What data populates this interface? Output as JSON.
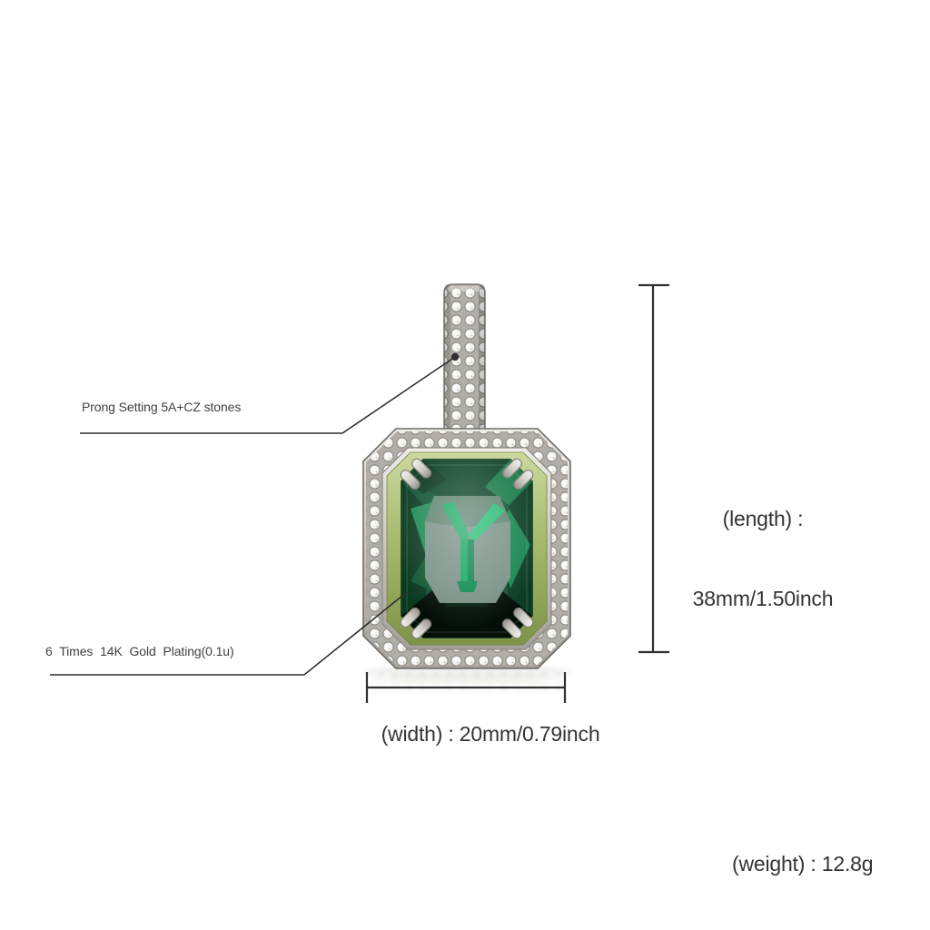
{
  "callouts": {
    "prong_setting": "Prong Setting 5A+CZ stones",
    "gold_plating": "6 Times 14K Gold Plating(0.1u)"
  },
  "dimensions": {
    "length_title": "(length) :",
    "length_value": "38mm/1.50inch",
    "width_label": "(width) : 20mm/0.79inch",
    "weight_label": "(weight) : 12.8g"
  },
  "specs": {
    "length": "38mm/1.50inch",
    "width": "20mm/0.79inch",
    "weight": "12.8g"
  },
  "colors": {
    "background": "#ffffff",
    "line": "#2f2f2f",
    "text": "#3c3c3c",
    "stone_green": "#0f5233",
    "stone_dark": "#030f08",
    "stone_table": "#7f948a",
    "stone_highlight": "#1cb06b",
    "olive_band": "#a3b868",
    "metal_silver": "#c9c6c0",
    "cz_white": "#f6f5f2"
  }
}
